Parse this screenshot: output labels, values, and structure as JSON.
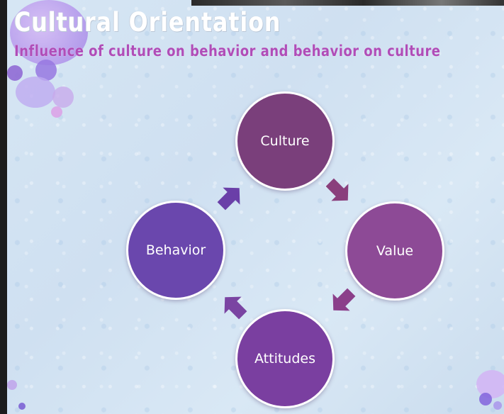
{
  "slide": {
    "title": "Cultural Orientation",
    "subtitle": "Influence of culture on behavior and behavior on culture"
  },
  "diagram": {
    "type": "cycle",
    "nodes": [
      {
        "id": "culture",
        "label": "Culture",
        "color": "#7a3f7b"
      },
      {
        "id": "value",
        "label": "Value",
        "color": "#8d4a96"
      },
      {
        "id": "attitudes",
        "label": "Attitudes",
        "color": "#7a3fa0"
      },
      {
        "id": "behavior",
        "label": "Behavior",
        "color": "#6a47ad"
      }
    ],
    "edges": [
      {
        "from": "culture",
        "to": "value",
        "color": "#8a3f7c"
      },
      {
        "from": "value",
        "to": "attitudes",
        "color": "#8b3f8a"
      },
      {
        "from": "attitudes",
        "to": "behavior",
        "color": "#7a44a2"
      },
      {
        "from": "behavior",
        "to": "culture",
        "color": "#6a3fa8"
      }
    ]
  },
  "colors": {
    "title": "#ffffff",
    "subtitle": "#b04db8",
    "node_border": "#ffffff",
    "background": "#d6e6f4"
  }
}
